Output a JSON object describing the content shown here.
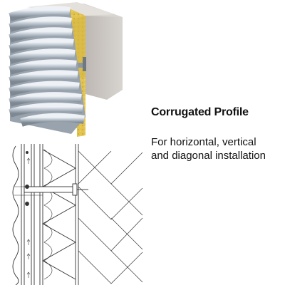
{
  "product": {
    "title": "Corrugated Profile",
    "description_lines": [
      "For horizontal, vertical",
      "and diagonal installation"
    ]
  },
  "colors": {
    "concrete": "#c9c5c1",
    "insulation": "#e2c34f",
    "panel": "#b8c2cc",
    "line": "#333333"
  }
}
